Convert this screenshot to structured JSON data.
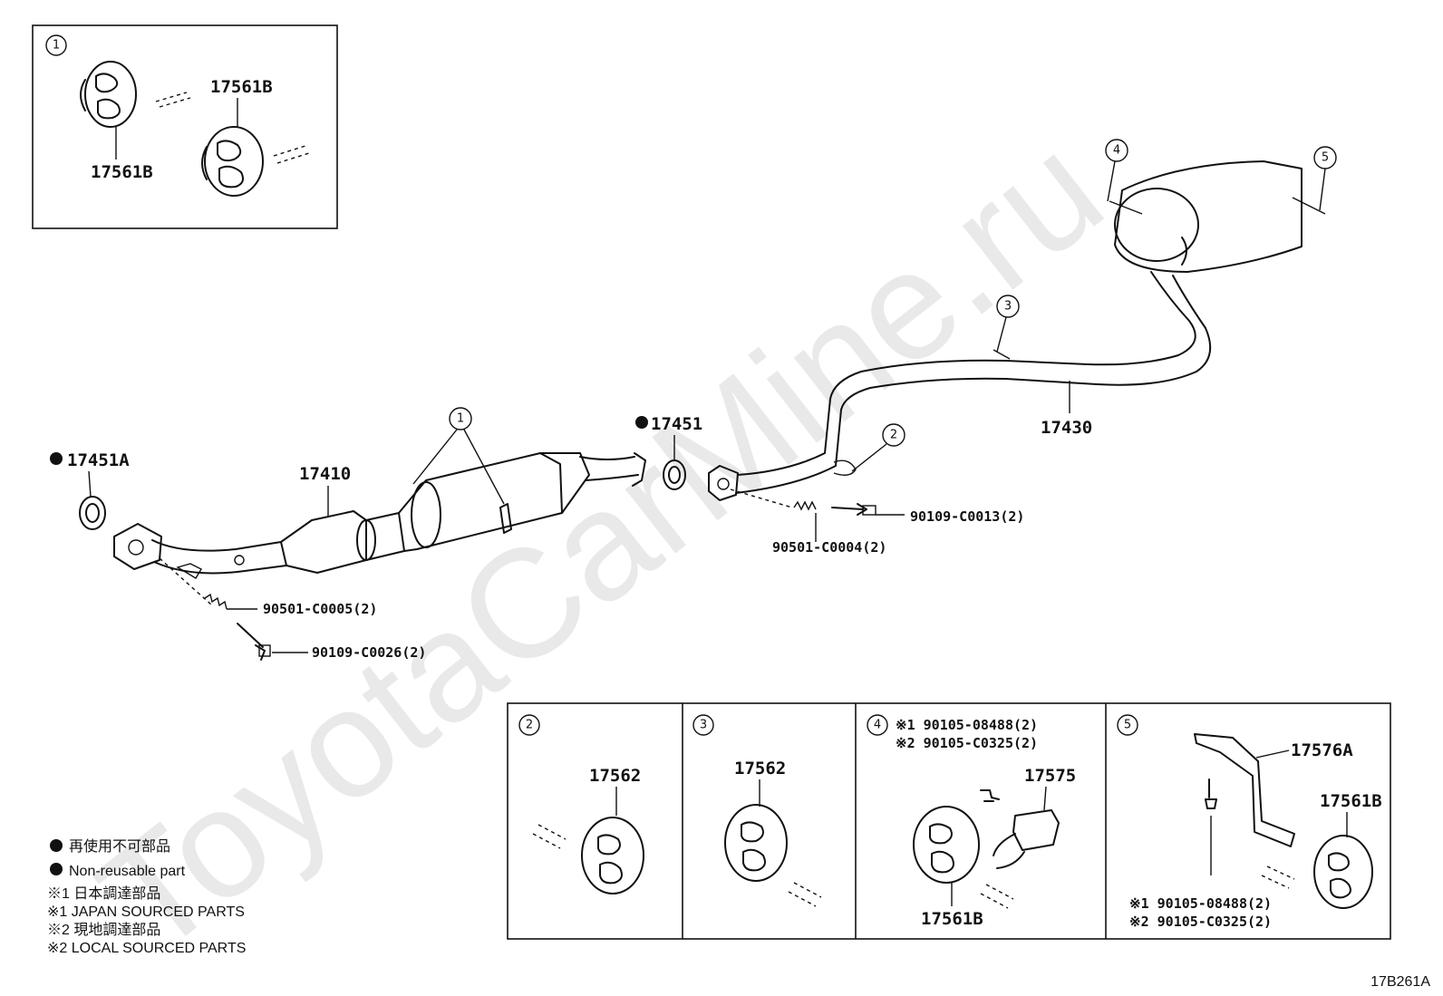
{
  "watermark": "ToyotaCarMine.ru",
  "diagram_code": "17B261A",
  "callouts": [
    "1",
    "2",
    "3",
    "4",
    "5"
  ],
  "parts": {
    "p17451A": "17451A",
    "p17410": "17410",
    "p17451": "17451",
    "p17430": "17430",
    "p90109_C0013": "90109-C0013(2)",
    "p90501_C0004": "90501-C0004(2)",
    "p90501_C0005": "90501-C0005(2)",
    "p90109_C0026": "90109-C0026(2)"
  },
  "inset1": {
    "num": "1",
    "label_top": "17561B",
    "label_bottom": "17561B"
  },
  "detail2": {
    "num": "2",
    "part": "17562"
  },
  "detail3": {
    "num": "3",
    "part": "17562"
  },
  "detail4": {
    "num": "4",
    "note1": "※1 90105-08488(2)",
    "note2": "※2 90105-C0325(2)",
    "bracket": "17575",
    "insulator": "17561B"
  },
  "detail5": {
    "num": "5",
    "bracket": "17576A",
    "insulator": "17561B",
    "note1": "※1 90105-08488(2)",
    "note2": "※2 90105-C0325(2)"
  },
  "legend": {
    "jp_nonreusable": "再使用不可部品",
    "en_nonreusable": "Non-reusable part",
    "jp_japan": "※1  日本調達部品",
    "en_japan": "※1  JAPAN SOURCED PARTS",
    "jp_local": "※2  現地調達部品",
    "en_local": "※2  LOCAL SOURCED PARTS"
  }
}
